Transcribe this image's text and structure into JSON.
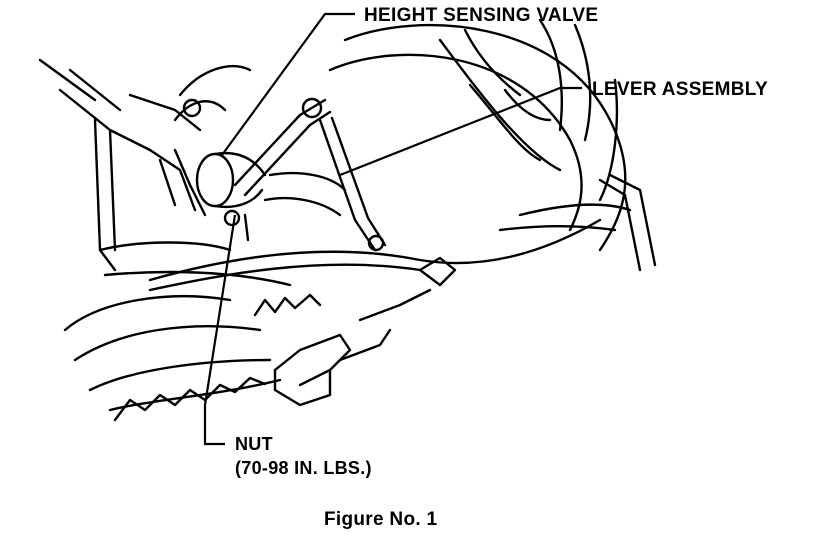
{
  "labels": {
    "height_sensing_valve": "HEIGHT SENSING VALVE",
    "lever_assembly": "LEVER ASSEMBLY",
    "nut": "NUT",
    "nut_torque": "(70-98 IN. LBS.)"
  },
  "caption": "Figure No. 1",
  "colors": {
    "ink": "#000000",
    "paper": "#ffffff"
  }
}
